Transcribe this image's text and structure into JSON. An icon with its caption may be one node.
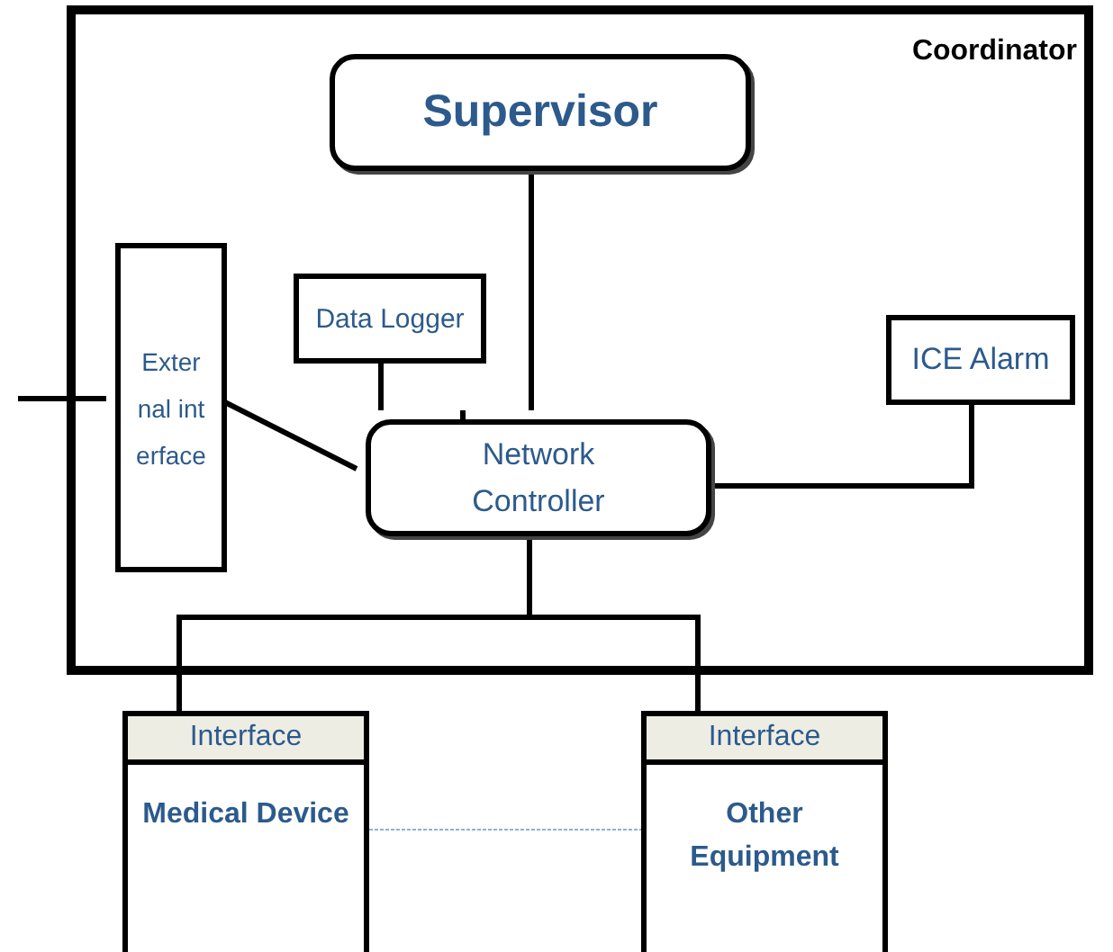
{
  "diagram": {
    "nodes": [
      {
        "text": [
          "Coordinator"
        ]
      },
      {
        "text": [
          "Supervisor"
        ],
        "in": 0
      },
      {
        "text": [
          "External interface"
        ],
        "in": 0
      },
      {
        "text": [
          "Data Logger"
        ],
        "in": 0
      },
      {
        "text": [
          "Network Controller"
        ],
        "in": 0
      },
      {
        "text": [
          "ICE Alarm"
        ],
        "in": 0
      },
      {
        "text": [
          "Interface",
          "Medical Device"
        ]
      },
      {
        "text": [
          "Interface",
          "Other Equipment"
        ]
      }
    ],
    "edges": [
      {
        "from": null,
        "to": 2,
        "arrow": "none"
      },
      {
        "from": 2,
        "to": 4,
        "arrow": "none"
      },
      {
        "from": 1,
        "to": 4,
        "arrow": "none"
      },
      {
        "from": 3,
        "to": 4,
        "arrow": "none"
      },
      {
        "from": 5,
        "to": 4,
        "arrow": "none"
      },
      {
        "from": 4,
        "to": 6,
        "arrow": "none"
      },
      {
        "from": 4,
        "to": 7,
        "arrow": "none"
      },
      {
        "from": 6,
        "to": 7,
        "arrow": "none",
        "style": "dashed",
        "color": "#8fb0d8"
      }
    ]
  }
}
